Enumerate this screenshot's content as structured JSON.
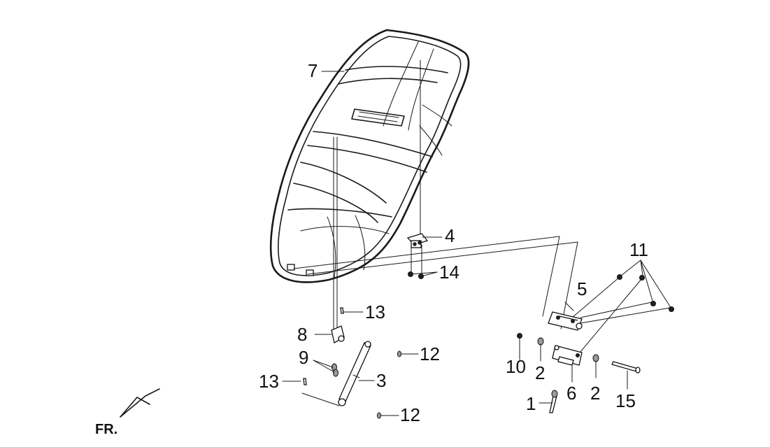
{
  "diagram": {
    "callouts": {
      "c1": "1",
      "c2a": "2",
      "c2b": "2",
      "c3": "3",
      "c4": "4",
      "c5": "5",
      "c6": "6",
      "c7": "7",
      "c8": "8",
      "c9": "9",
      "c10": "10",
      "c11": "11",
      "c12a": "12",
      "c12b": "12",
      "c13a": "13",
      "c13b": "13",
      "c14": "14",
      "c15": "15"
    },
    "direction_label": "FR."
  }
}
